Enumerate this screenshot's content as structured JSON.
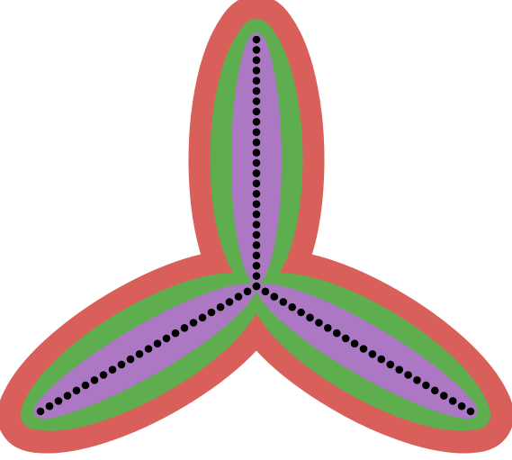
{
  "figure": {
    "petal_count": 3,
    "rings": [
      "outer",
      "middle",
      "inner"
    ],
    "dots_per_arm": 24
  },
  "colors": {
    "background": "#ffffff",
    "outer": "#d9605a",
    "middle": "#5eae50",
    "inner": "#ac78c4",
    "dots": "#000000"
  }
}
